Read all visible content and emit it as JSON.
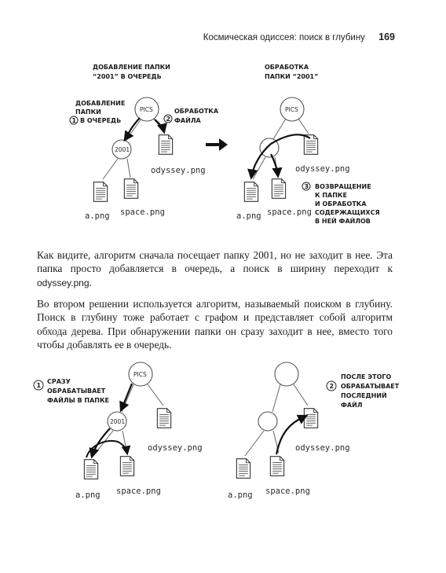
{
  "header": {
    "title": "Космическая одиссея: поиск в глубину",
    "page_number": "169"
  },
  "fig_top": {
    "left_title": [
      "ДОБАВЛЕНИЕ ПАПКИ",
      "“2001” В ОЧЕРЕДЬ"
    ],
    "left_note1": [
      "ДОБАВЛЕНИЕ",
      "ПАПКИ",
      "В ОЧЕРЕДЬ"
    ],
    "left_note1_num": "1",
    "left_note2": [
      "ОБРАБОТКА",
      "ФАЙЛА"
    ],
    "left_note2_num": "2",
    "right_title": [
      "ОБРАБОТКА",
      "ПАПКИ “2001”"
    ],
    "right_note3": [
      "ВОЗВРАЩЕНИЕ",
      "К ПАПКЕ",
      "И ОБРАБОТКА",
      "СОДЕРЖАЩИХСЯ",
      "В НЕЙ ФАЙЛОВ"
    ],
    "right_note3_num": "3"
  },
  "labels": {
    "root": "PICS",
    "folder": "2001",
    "odyssey": "odyssey.png",
    "a": "a.png",
    "space": "space.png"
  },
  "para1": {
    "text": "Как видите, алгоритм сначала посещает папку 2001, но не заходит в нее. Эта папка просто добавляется в очередь, а поиск в ширину переходит к ",
    "code": "odyssey.png",
    "tail": "."
  },
  "para2": {
    "text": "Во втором решении используется алгоритм, называемый поиском в глубину. Поиск в глубину тоже работает с графом и представляет собой алгоритм обхода дерева. При обнаружении папки он сразу заходит в нее, вместо того чтобы добавлять ее в очередь."
  },
  "fig_bottom": {
    "left_note": [
      "СРАЗУ",
      "ОБРАБАТЫВАЕТ",
      "ФАЙЛЫ В ПАПКЕ"
    ],
    "left_note_num": "1",
    "right_note": [
      "ПОСЛЕ ЭТОГО",
      "ОБРАБАТЫВАЕТ",
      "ПОСЛЕДНИЙ",
      "ФАЙЛ"
    ],
    "right_note_num": "2"
  }
}
